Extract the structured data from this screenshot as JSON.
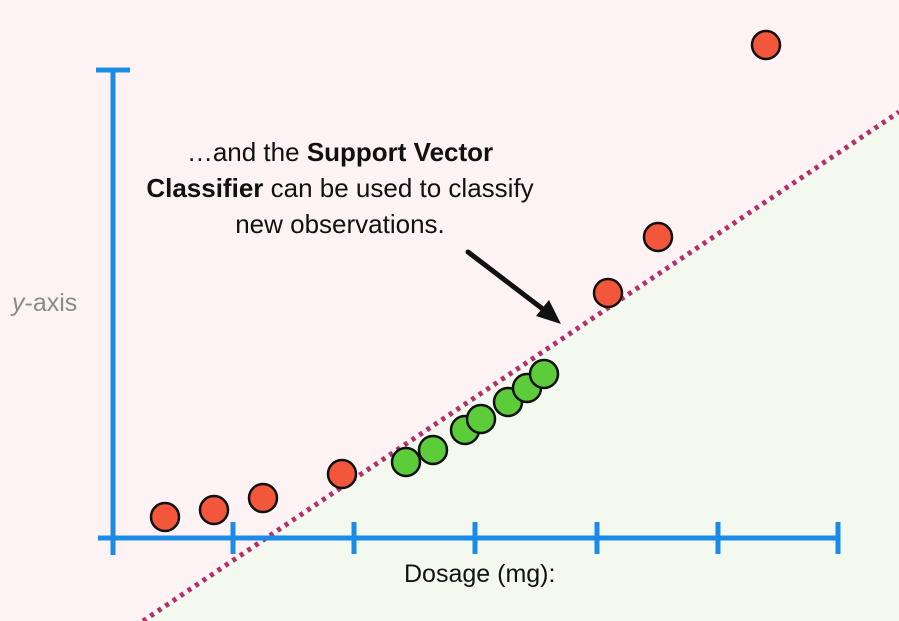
{
  "annotation": {
    "prefix": "…and the ",
    "bold": "Support Vector Classifier",
    "suffix": " can be used to classify new observations."
  },
  "axes": {
    "y_label_italic": "y",
    "y_label_rest": "-axis",
    "x_label": "Dosage (mg):"
  },
  "colors": {
    "axis": "#1a8ce8",
    "margin_line": "#b5306b",
    "region_above": "#fdf3f4",
    "region_below": "#f4f9f0",
    "red_point": "#f2573b",
    "green_point": "#5ccc3a",
    "point_outline": "#111111",
    "arrow": "#111111"
  }
}
